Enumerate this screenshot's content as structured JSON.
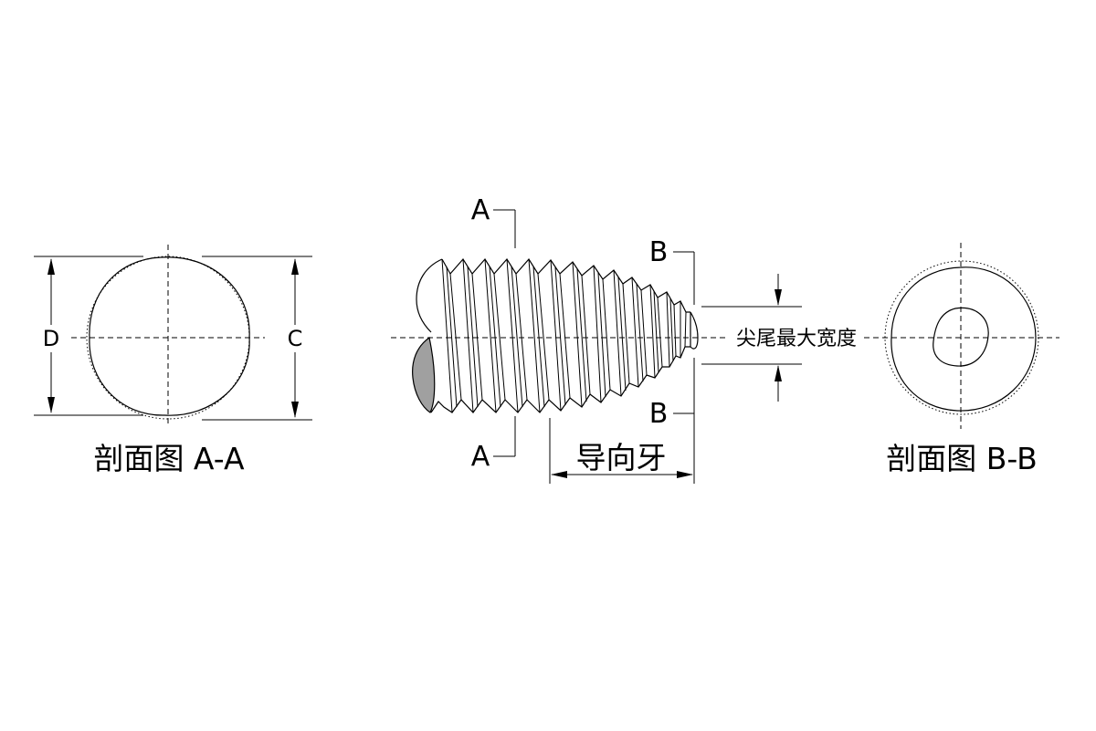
{
  "section_aa": {
    "title": "剖面图 A-A",
    "dim_left": "D",
    "dim_right": "C"
  },
  "side_view": {
    "section_a_top": "A",
    "section_a_bottom": "A",
    "section_b_top": "B",
    "section_b_bottom": "B",
    "lead_thread_label": "导向牙",
    "tip_width_label": "尖尾最大宽度"
  },
  "section_bb": {
    "title": "剖面图 B-B"
  },
  "colors": {
    "line": "#000000",
    "point_fill": "#a0a0a0",
    "background": "#ffffff"
  }
}
